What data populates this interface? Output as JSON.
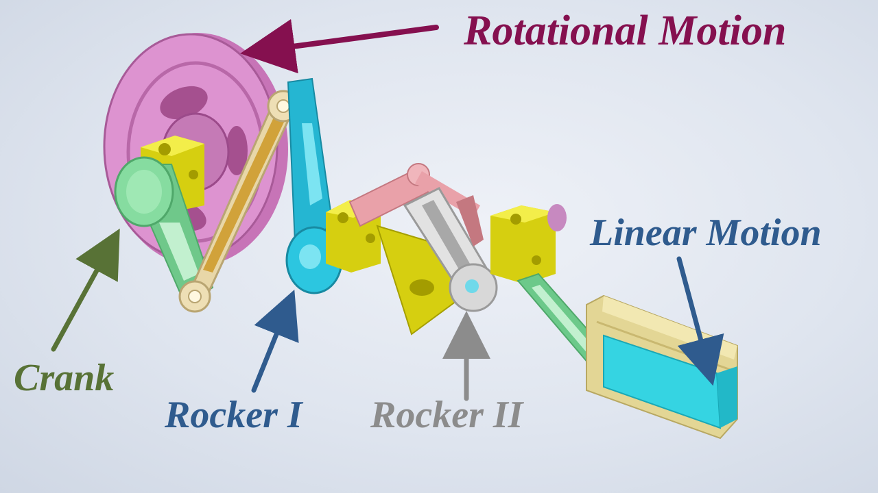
{
  "labels": {
    "rotational": "Rotational Motion",
    "linear": "Linear Motion",
    "crank": "Crank",
    "rocker1": "Rocker I",
    "rocker2": "Rocker II"
  },
  "colors": {
    "rotational": "#85104f",
    "linear": "#2f5b8e",
    "crank": "#587236",
    "rocker1": "#2f5b8e",
    "rocker2": "#8c8c8c",
    "pulley": "#d98ccc",
    "crank_part": "#7fd49a",
    "block": "#e6e01e",
    "rocker1_part": "#2cc6e0",
    "link": "#e6d6a6",
    "coupler": "#e8a0a8",
    "rocker2_part": "#d6d6d6",
    "slider_rail": "#e8dc9a",
    "slider": "#30d6e4"
  }
}
